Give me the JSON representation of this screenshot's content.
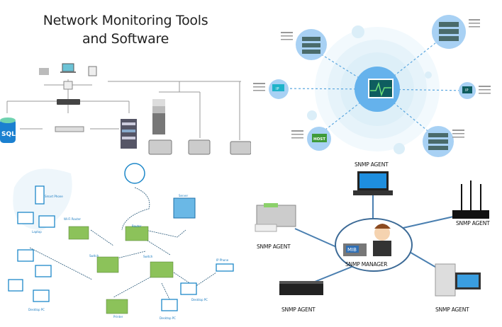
{
  "top_left": {
    "title_line1": "Network Monitoring Tools",
    "title_line2": "and Software",
    "db_label": "SQL"
  },
  "top_right": {
    "center_icon": "monitor-heartbeat-icon",
    "node_labels": {
      "ip_left": "IP",
      "ip_right": "IP",
      "host": "HOST"
    },
    "accent": "#6db3ea"
  },
  "bottom_left": {
    "labels": [
      "Wi-Fi Router",
      "Router",
      "Switch",
      "Switch",
      "Server",
      "Printer",
      "Desktop PC",
      "Desktop PC",
      "Desktop PC",
      "Laptop",
      "Smart Phone",
      "IP Phone"
    ],
    "device_color": "#8cc25a",
    "line_color": "#1e88c9"
  },
  "bottom_right": {
    "manager_label": "SNMP MANAGER",
    "manager_screen": "MIB",
    "agent_label": "SNMP AGENT",
    "agents": [
      "SNMP AGENT",
      "SNMP AGENT",
      "SNMP AGENT",
      "SNMP AGENT",
      "SNMP AGENT"
    ],
    "line_color": "#4a7fb0"
  }
}
